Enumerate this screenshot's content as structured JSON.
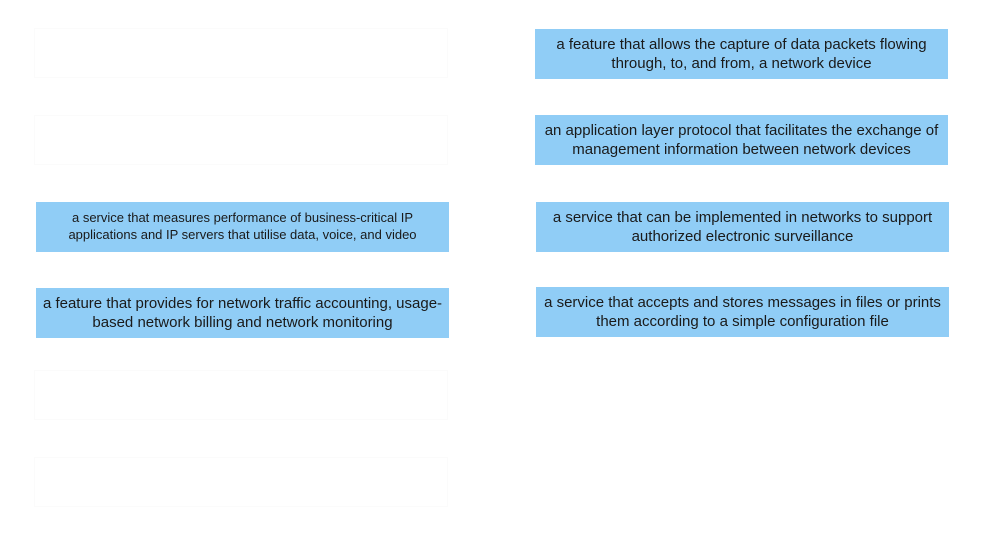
{
  "left_column": {
    "cards": [
      {
        "text": "a service that measures performance of business-critical IP applications and IP servers that utilise data, voice, and video"
      },
      {
        "text": "a feature that provides for network traffic accounting, usage-based network billing and network monitoring"
      }
    ]
  },
  "right_column": {
    "cards": [
      {
        "text": "a feature that allows the capture of data packets flowing through, to, and from, a network device"
      },
      {
        "text": "an application layer protocol that facilitates the exchange of management information between network devices"
      },
      {
        "text": "a service that can be implemented in networks to support authorized electronic surveillance"
      },
      {
        "text": "a service that accepts and stores messages in files or prints them according to a simple configuration file"
      }
    ]
  },
  "colors": {
    "card_background": "#90cdf6",
    "card_text": "#1a1a1a",
    "page_background": "#ffffff"
  }
}
